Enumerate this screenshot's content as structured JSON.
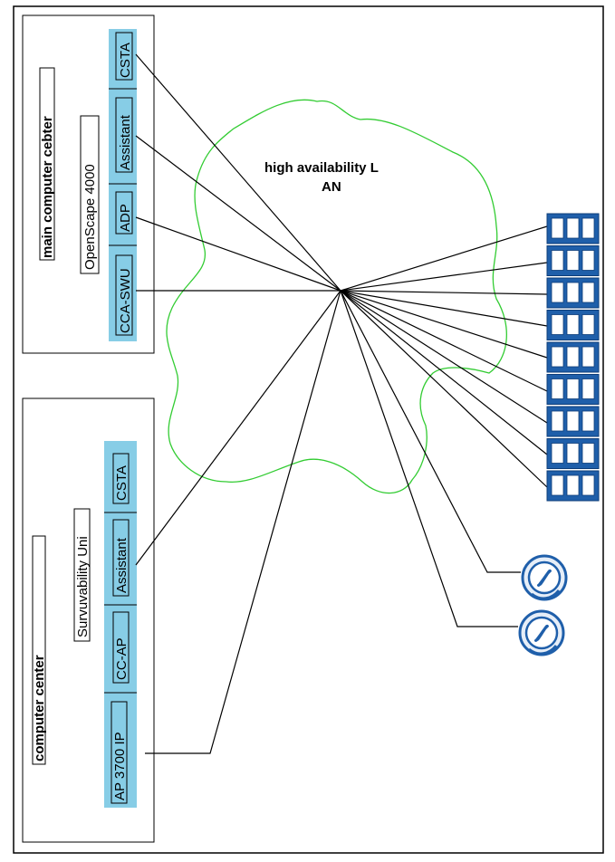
{
  "main_center": {
    "title": "main computer cebter",
    "system": "OpenScape 4000",
    "modules": [
      "CSTA",
      "Assistant",
      "ADP",
      "CCA-SWU"
    ]
  },
  "computer_center": {
    "title": "computer center",
    "system": "Survuvability Uni",
    "modules": [
      "CSTA",
      "Assistant",
      "CC-AP",
      "AP 3700 IP"
    ]
  },
  "lan": {
    "line1": "high availability L",
    "line2": "AN"
  },
  "devices": {
    "ip_phone_count": 9,
    "softphone_count": 2,
    "ip_phone_icon": "ip-phone-icon",
    "softphone_icon": "softphone-icon"
  },
  "colors": {
    "module_fill": "#87cde6",
    "lan_cloud": "#33cc33",
    "phone_blue": "#1f5faa",
    "frame": "#000000"
  }
}
